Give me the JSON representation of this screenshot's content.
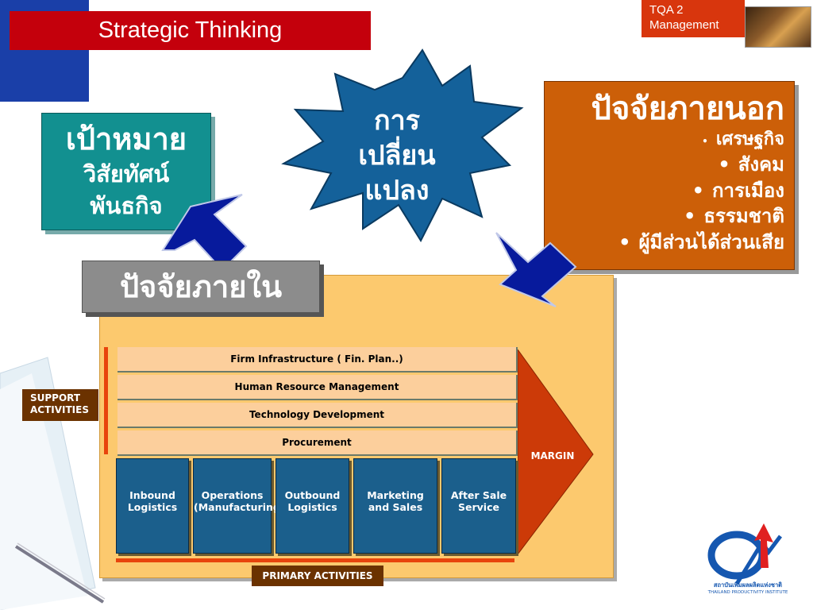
{
  "slide": {
    "title": "Strategic Thinking",
    "tag_line1": "TQA 2",
    "tag_line2": "Management"
  },
  "goal_box": {
    "line1": "เป้าหมาย",
    "line2": "วิสัยทัศน์",
    "line3": "พันธกิจ"
  },
  "change_star": {
    "line1": "การ",
    "line2": "เปลี่ยน",
    "line3": "แปลง"
  },
  "external_box": {
    "heading": "ปัจจัยภายนอก",
    "items": [
      "เศรษฐกิจ",
      "สังคม",
      "การเมือง",
      "ธรรมชาติ",
      "ผู้มีส่วนได้ส่วนเสีย"
    ]
  },
  "internal_box": {
    "label": "ปัจจัยภายใน"
  },
  "value_chain": {
    "support_label_line1": "SUPPORT",
    "support_label_line2": "ACTIVITIES",
    "support_activities": [
      "Firm Infrastructure ( Fin. Plan..)",
      "Human Resource Management",
      "Technology Development",
      "Procurement"
    ],
    "primary_activities": [
      {
        "line1": "Inbound",
        "line2": "Logistics"
      },
      {
        "line1": "Operations",
        "line2": "(Manufacturing)"
      },
      {
        "line1": "Outbound",
        "line2": "Logistics"
      },
      {
        "line1": "Marketing",
        "line2": "and Sales"
      },
      {
        "line1": "After Sale",
        "line2": "Service"
      }
    ],
    "margin_label": "MARGIN",
    "primary_label": "PRIMARY  ACTIVITIES"
  },
  "logo": {
    "caption_line1": "สถาบันเพิ่มผลผลิตแห่งชาติ",
    "caption_line2": "THAILAND PRODUCTIVITY INSTITUTE"
  },
  "colors": {
    "title_red": "#c4000c",
    "corner_blue": "#1a3fa8",
    "teal": "#129090",
    "orange": "#cc5f08",
    "star_blue": "#14619a",
    "arrow_navy": "#071a9c",
    "panel_yellow": "#fcc96e",
    "primary_blue": "#1b5f8c",
    "margin_red": "#cc3a08"
  }
}
